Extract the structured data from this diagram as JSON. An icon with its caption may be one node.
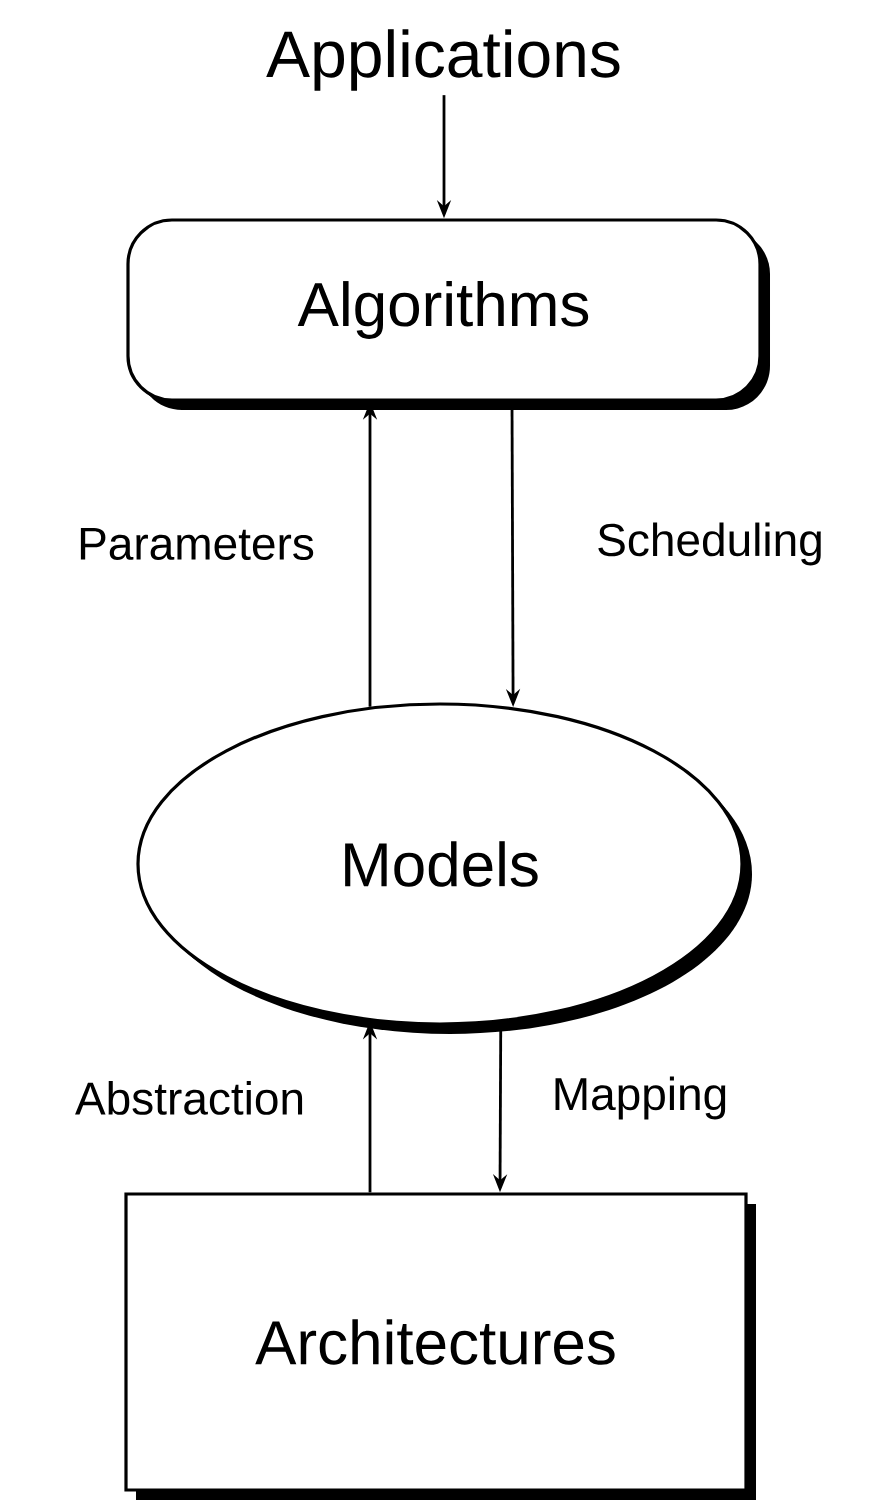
{
  "diagram": {
    "nodes": [
      {
        "text": [
          "Applications"
        ]
      },
      {
        "text": [
          "Algorithms"
        ]
      },
      {
        "text": [
          "Models"
        ]
      },
      {
        "text": [
          "Architectures"
        ]
      }
    ],
    "edges": [
      {
        "from": 0,
        "to": 1,
        "arrow": "to"
      },
      {
        "from": 2,
        "to": 1,
        "arrow": "to",
        "label": "Parameters"
      },
      {
        "from": 1,
        "to": 2,
        "arrow": "to",
        "label": "Scheduling"
      },
      {
        "from": 3,
        "to": 2,
        "arrow": "to",
        "label": "Abstraction"
      },
      {
        "from": 2,
        "to": 3,
        "arrow": "to",
        "label": "Mapping"
      }
    ]
  }
}
